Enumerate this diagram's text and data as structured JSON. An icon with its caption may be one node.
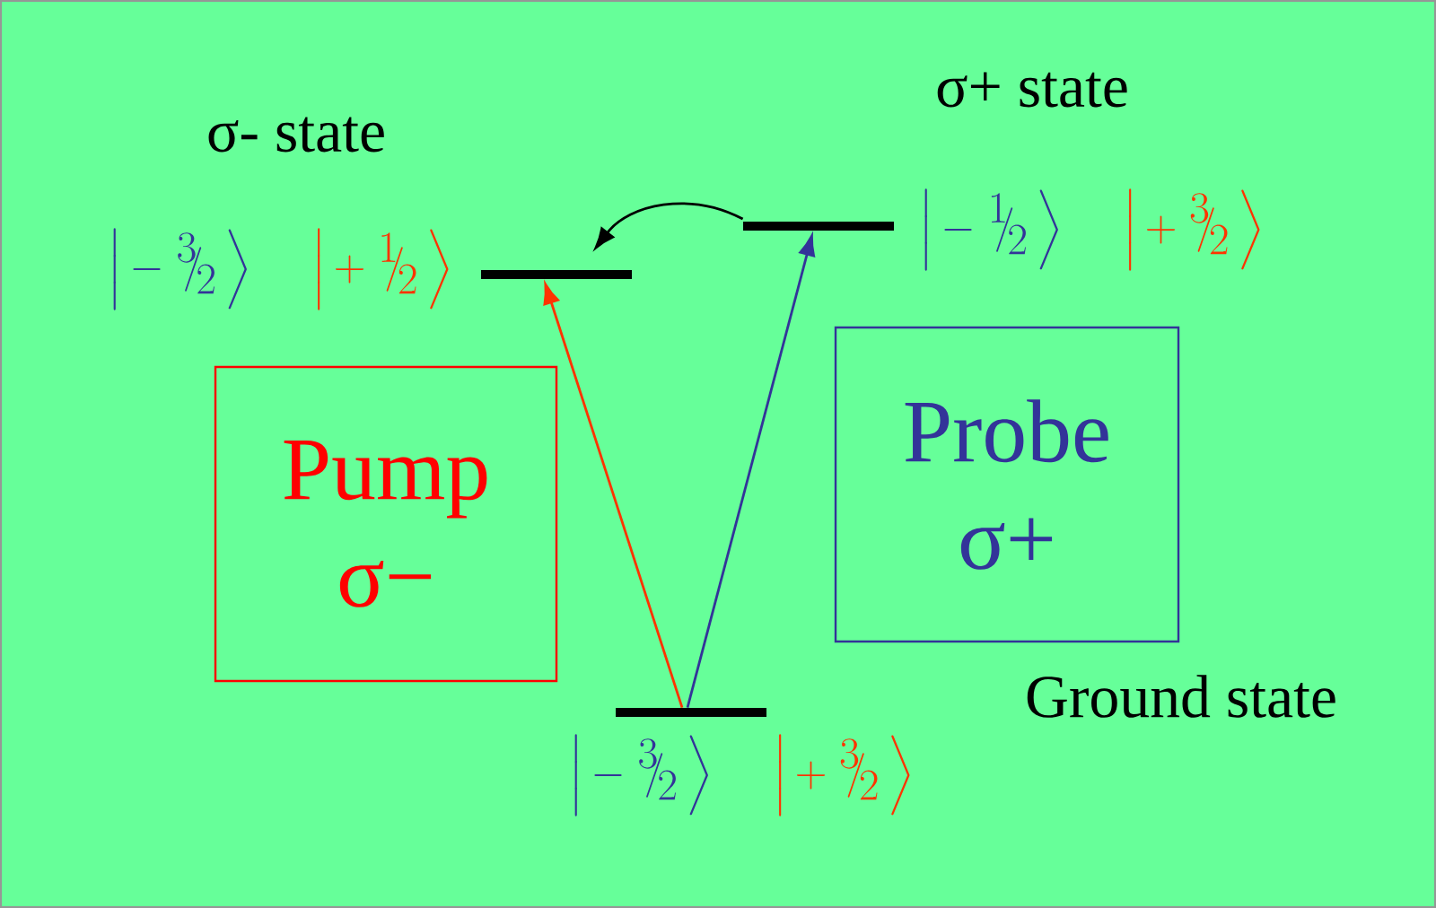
{
  "diagram": {
    "nodes": [
      {
        "text": [],
        "shape": "bar"
      },
      {
        "text": [],
        "shape": "bar"
      },
      {
        "text": [],
        "shape": "bar"
      },
      {
        "text": [
          "Pump",
          "σ−"
        ]
      },
      {
        "text": [
          "Probe",
          "σ+"
        ]
      }
    ],
    "edges": [
      {
        "from": 2,
        "to": 0,
        "arrow": "to",
        "color": "#ff3300"
      },
      {
        "from": 2,
        "to": 1,
        "arrow": "to",
        "color": "#333399"
      },
      {
        "from": 1,
        "to": 0,
        "arrow": "to",
        "color": "#000000"
      }
    ],
    "labels": [
      "σ+ state",
      "σ- state",
      "\\left|\\,-\\;{}^{1}\\!\\!/\\!_{2}\\,\\right\\rangle",
      "\\left|\\,+\\;{}^{3}\\!\\!/\\!_{2}\\,\\right\\rangle",
      "\\left|\\,-\\;{}^{3}\\!\\!/\\!_{2}\\,\\right\\rangle",
      "\\left|\\,+\\;{}^{1}\\!\\!/\\!_{2}\\,\\right\\rangle",
      "Ground state",
      "\\left|\\,-\\;{}^{3}\\!\\!/\\!_{2}\\,\\right\\rangle",
      "\\left|\\,+\\;{}^{3}\\!\\!/\\!_{2}\\,\\right\\rangle"
    ]
  }
}
